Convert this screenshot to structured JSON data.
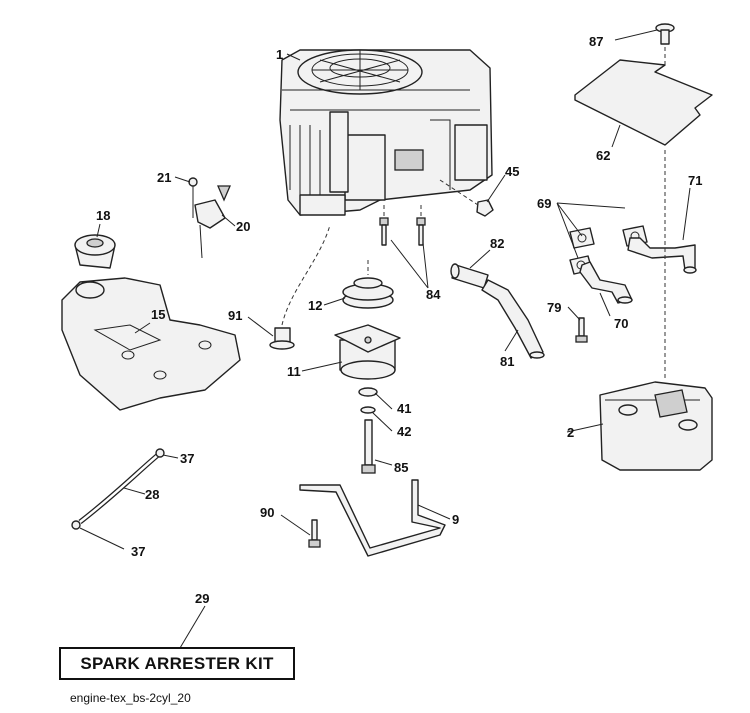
{
  "callouts": {
    "c1": "1",
    "c2": "2",
    "c9": "9",
    "c11": "11",
    "c12": "12",
    "c15": "15",
    "c18": "18",
    "c20": "20",
    "c21": "21",
    "c28": "28",
    "c29": "29",
    "c37a": "37",
    "c37b": "37",
    "c41": "41",
    "c42": "42",
    "c45": "45",
    "c62": "62",
    "c69": "69",
    "c70": "70",
    "c71": "71",
    "c79": "79",
    "c81": "81",
    "c82": "82",
    "c84": "84",
    "c85": "85",
    "c87": "87",
    "c90": "90",
    "c91": "91"
  },
  "kit_label": "SPARK ARRESTER KIT",
  "caption": "engine-tex_bs-2cyl_20"
}
